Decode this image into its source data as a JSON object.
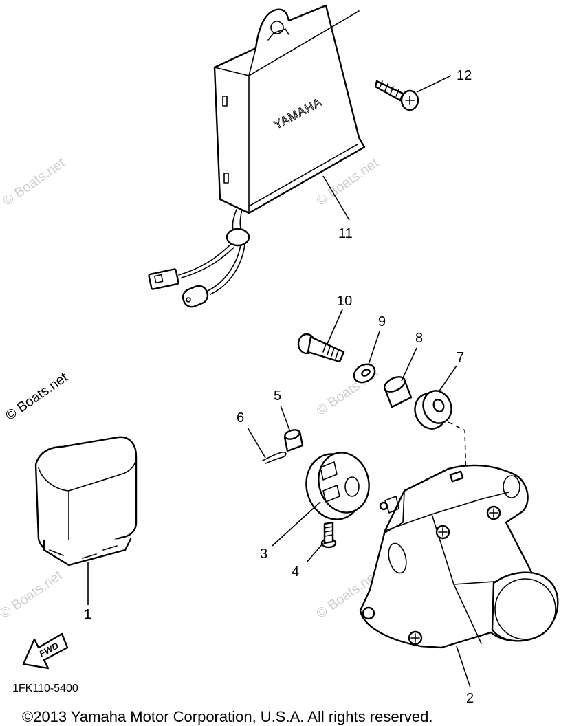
{
  "callouts": {
    "p1": "1",
    "p2": "2",
    "p3": "3",
    "p4": "4",
    "p5": "5",
    "p6": "6",
    "p7": "7",
    "p8": "8",
    "p9": "9",
    "p10": "10",
    "p11": "11",
    "p12": "12"
  },
  "unit_brand": "YAMAHA",
  "fwd_label": "FWD",
  "diagram_code": "1FK110-5400",
  "watermark": "© Boats.net",
  "copyright": "©2013 Yamaha Motor Corporation, U.S.A. All rights reserved."
}
